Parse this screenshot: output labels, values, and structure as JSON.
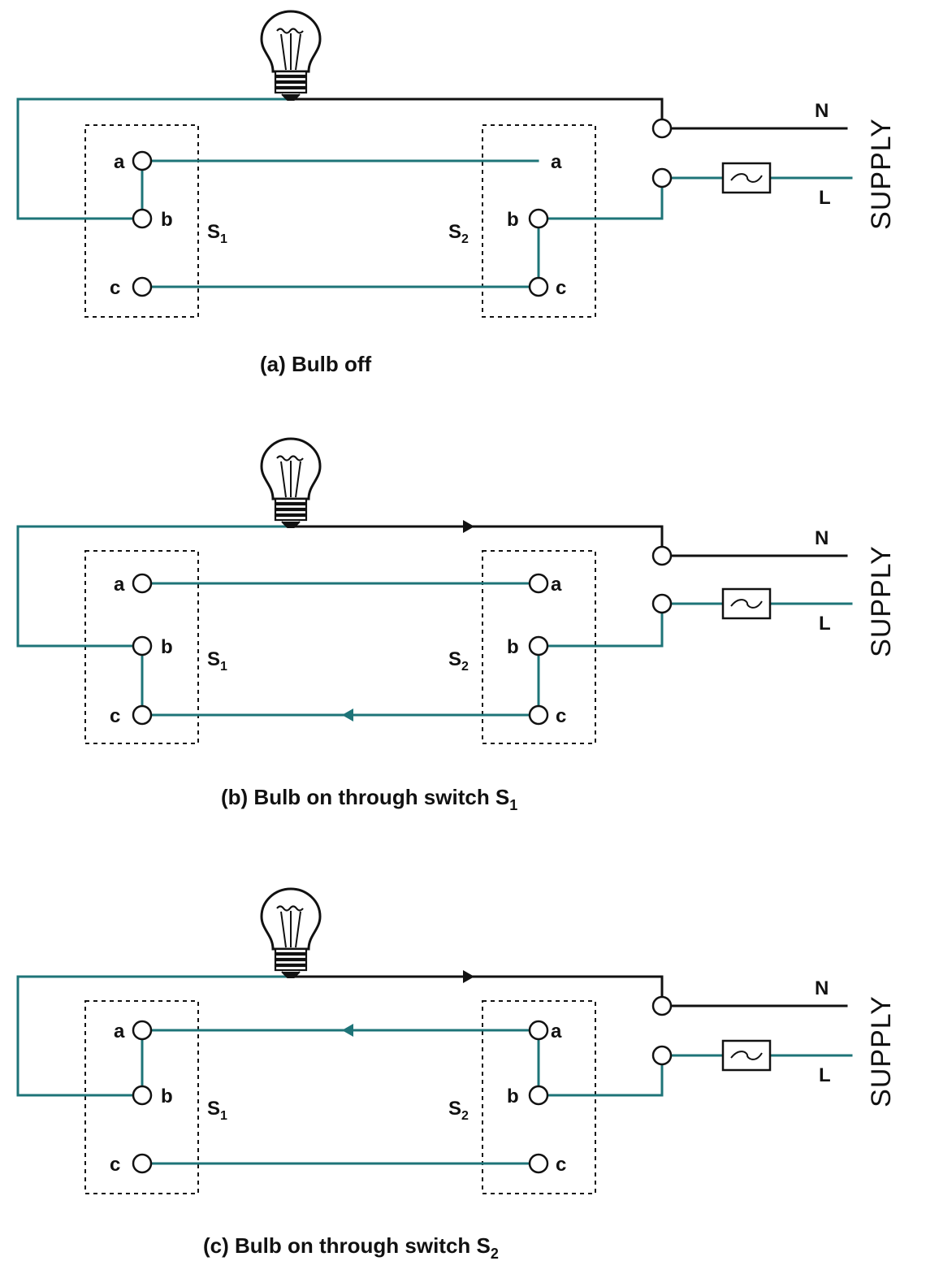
{
  "colors": {
    "wire_active": "#1e7478",
    "wire_black": "#111111",
    "bulb": "#111111"
  },
  "terminal_labels": {
    "a": "a",
    "b": "b",
    "c": "c"
  },
  "switch_labels": {
    "s1": "S",
    "s1_sub": "1",
    "s2": "S",
    "s2_sub": "2"
  },
  "supply": {
    "n_label": "N",
    "l_label": "L",
    "title": "SUPPLY"
  },
  "icons": {
    "bulb": "light-bulb-icon",
    "fuse": "fuse-icon",
    "arrow": "current-arrow-icon"
  },
  "diagrams": [
    {
      "id": "a",
      "caption": "(a) Bulb off",
      "caption_sub": "",
      "s1_connects": "ab",
      "s2_connects": "bc",
      "bulb_on": false
    },
    {
      "id": "b",
      "caption": "(b) Bulb on through switch S",
      "caption_sub": "1",
      "s1_connects": "bc",
      "s2_connects": "bc",
      "bulb_on": true
    },
    {
      "id": "c",
      "caption": "(c) Bulb on through switch S",
      "caption_sub": "2",
      "s1_connects": "ab",
      "s2_connects": "ab",
      "bulb_on": true
    }
  ]
}
